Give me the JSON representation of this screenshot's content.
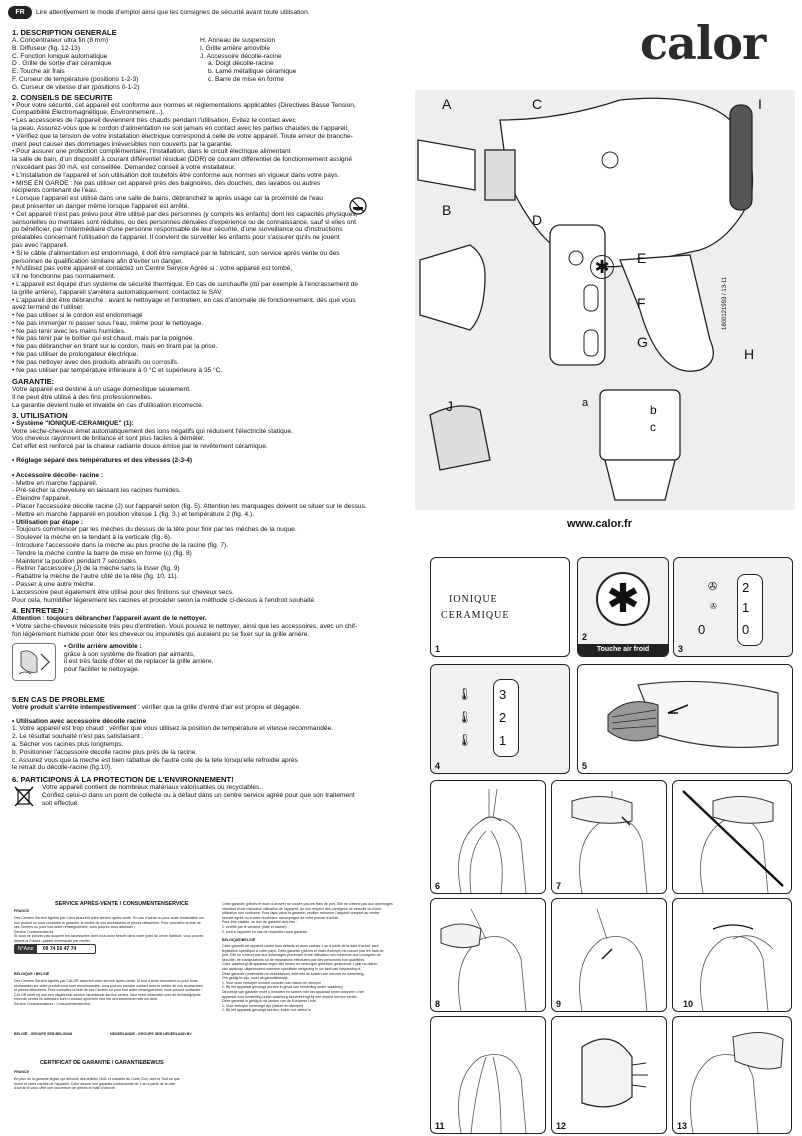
{
  "header": {
    "lang_badge": "FR",
    "intro": "Lire attentivement le mode d'emploi ainsi que les consignes de sécurité avant toute utilisation.",
    "brand": "calor"
  },
  "description": {
    "title": "1. DESCRIPTION GENERALE",
    "left": [
      "A. Concentrateur ultra fin (8 mm)",
      "B. Diffuseur (fig. 12-13)",
      "C. Fonction Ionique automatique",
      "D . Grille de sortie d'air céramique",
      "E. Touche air frais",
      "F. Curseur de température (positions 1-2-3)",
      "G. Curseur de vitesse d'air (positions 0-1-2)"
    ],
    "right": [
      "H. Anneau de suspension",
      "I. Grille arrière amovible",
      "J. Accessoire décolle-racine",
      "a. Doigt décolle-racine",
      "b. Lamé métallique céramique",
      "c. Barre de mise en forme"
    ]
  },
  "safety": {
    "title": "2. CONSEILS DE SECURITE",
    "lines": [
      "• Pour votre sécurité, cet appareil est conforme aux normes et réglementations applicables (Directives Basse Tension,",
      "  Compatibilité Electromagnétique, Environnement...).",
      "• Les accessoires de l'appareil deviennent très chauds pendant l'utilisation. Evitez le contact avec",
      "  la peau. Assurez-vous que le cordon d'alimentation ne soit jamais en contact avec les parties chaudes de l'appareil.",
      "• Vérifiez que la tension de votre installation électrique correspond à celle de votre appareil. Toute erreur de branche-",
      "  ment peut causer des dommages irréversibles non couverts par la garantie.",
      "• Pour assurer une protection complémentaire, l'installation, dans le circuit électrique alimentant",
      "  la salle de bain, d'un dispositif à courant différentiel résiduel (DDR) de courant différentiel de fonctionnement assigné",
      "  n'excédant pas 30 mA, est conseillée. Demandez conseil à votre installateur.",
      "• L'installation de l'appareil et son utilisation doit toutefois être conforme aux normes en vigueur dans votre pays.",
      "• MISE EN GARDE : Ne pas utiliser cet appareil près des baignoires, des douches, des lavabos ou autres",
      "  récipients contenant de l'eau.",
      "• Lorsque l'appareil est utilisé dans une salle de bains, débranchez le après usage car la proximité de l'eau",
      "  peut présenter un danger même lorsque l'appareil est arrêté.",
      "• Cet appareil n'est pas prévu pour être utilisé par des personnes (y compris les enfants) dont les capacités physiques,",
      "  sensorielles ou mentales sont réduites, ou des personnes dénuées d'expérience ou de connaissance, sauf si elles ont",
      "  pu bénéficier, par l'intermédiaire d'une personne responsable de leur sécurité, d'une surveillance ou d'instructions",
      "  préalables concernant l'utilisation de l'appareil. Il convient de surveiller les enfants pour s'assurer qu'ils ne jouent",
      "  pas avec l'appareil.",
      "• Si le câble d'alimentation est endommagé, il doit être remplacé par le fabricant, son service après vente ou des",
      "  personnes de qualification similaire afin d'éviter un danger.",
      "• N'utilisez pas votre appareil et contactez un Centre Service Agréé si : votre appareil est tombé,",
      "  s'il ne fonctionne pas normalement.",
      "• L'appareil est équipé d'un système de sécurité thermique. En cas de surchauffe (dû par exemple à l'encrassement de",
      "  la grille arrière), l'appareil s'arrêtera automatiquement: contactez le SAV",
      "• L'appareil doit être débranché : avant le nettoyage et l'entretien, en cas d'anomalie de fonctionnement, dès que vous",
      "  avez terminé de l'utiliser.",
      "• Ne pas utiliser si le cordon est endommagé",
      "• Ne pas immerger ni passer sous l'eau, même pour le nettoyage.",
      "• Ne pas tenir avec les mains humides.",
      "• Ne pas tenir par le boîtier qui est chaud, mais par la poignée.",
      "• Ne pas débrancher en tirant sur le cordon, mais en tirant par la prise.",
      "• Ne pas utiliser de prolongateur électrique.",
      "• Ne pas nettoyer avec des produits abrasifs ou corrosifs.",
      "• Ne pas utiliser par température inférieure à 0 °C et supérieure à 35 °C."
    ]
  },
  "guarantee": {
    "title": "GARANTIE:",
    "lines": [
      "Votre appareil est destiné à un usage domestique seulement.",
      "Il ne peut être utilisé à des fins professionnelles.",
      "La garantie devient nulle et invalide en cas d'utilisation incorrecte."
    ]
  },
  "usage": {
    "title": "3. UTILISATION",
    "ion_title": "• Système \"IONIQUE-CERAMIQUE\" (1):",
    "ion_lines": [
      "Votre sèche-cheveux émet automatiquement des ions négatifs qui réduisent l'électricité statique.",
      "Vos cheveux rayonnent de brillance et sont plus faciles à démêler.",
      "Cet effet est renforcé par la chaleur radiante douce émise par le revêtement céramique."
    ],
    "reglage_title": "• Réglage séparé des températures et des vitesses (2-3-4)",
    "acc_title": "• Accessoire décolle- racine :",
    "acc_lines": [
      "- Mettre en marche l'appareil.",
      "- Pré-sécher la chevelure en  laissant les racines humides.",
      "- Eteindre l'appareil.",
      "- Placer l'accessoire décolle racine (J) sur l'appareil selon (fig. 5). Attention les marquages doivent se situer sur le dessus.",
      "- Mettre en marche l'appareil en position vitesse 1 (fig. 3.) et température 2 (fig. 4.)."
    ],
    "etape_title": "- Utilisation par étape :",
    "etape_lines": [
      "- Toujours commencer par les mèches du dessus de la tête pour finir par les mèches de la nuque.",
      "- Soulever la mèche en la tendant à la verticale (fig. 6).",
      "- Introduire l'accessoire dans la mèche au plus proche de la racine (fig. 7).",
      "- Tendre la mèche contre la barre de mise en forme (c) (fig. 8)",
      "- Maintenir la position pendant 7 secondes.",
      "- Retirer l'accessoire (J) de la mèche sans la lisser (fig. 9)",
      "- Rabattre la mèche de l'autre côté de la tête (fig. 10, 11).",
      "- Passer à une autre mèche.",
      "L'accessoire peut également être utilisé pour des finitions sur cheveux secs.",
      "Pour cela, humidifier légèrement les racines et procéder selon la méthode ci-dessus à l'endroit souhaité."
    ]
  },
  "maintenance": {
    "title": "4. ENTRETIEN :",
    "warn": "Attention : toujours débrancher l'appareil avant de le nettoyer.",
    "lines": [
      "• Votre sèche-cheveux nécessite très peu d'entretien. Vous pouvez le nettoyer, ainsi que les accessoires, avec un chif-",
      "fon légèrement humide pour ôter les cheveux ou impuretés qui auraient pu se fixer sur la grille arrière."
    ],
    "grid_title": "• Grille arrière amovible :",
    "grid_lines": [
      "grâce à son système de fixation par aimants,",
      "il est très facile d'ôter et de replacer la grille arrière,",
      "pour faciliter le nettoyage."
    ]
  },
  "problem": {
    "title": "5.EN CAS DE PROBLEME",
    "lead": "Votre produit s'arrête intempestivement",
    "lead_rest": " : vérifier que la grille d'entré d'air est propre et dégagée.",
    "acc_title": "• Utilisation avec accessoire décolle racine",
    "lines": [
      "1. Votre appareil est trop chaud : vérifier que vous utilisez la position de température et vitesse recommandée.",
      "2. Le résultat souhaité n'est pas satisfaisant :",
      "   a. Sécher vos racines plus longtemps.",
      "   b. Positionner l'accessoire décolle racine plus près de la racine.",
      "   c. Assurez vous que la meche est bien rabattue de l'autre cote de la tete lorsqu'elle refroidie après",
      "   le retrait du décolle-racine (fig.10)."
    ]
  },
  "environment": {
    "title": "6. PARTICIPONS À LA PROTECTION DE L'ENVIRONNEMENT!",
    "lines": [
      "Votre appareil contient de nombreux matériaux valorisables ou recyclables.",
      "Confiez celui-ci dans un point de collecte ou à défaut dans un centre service agréé pour que son traitement",
      "soit effectué."
    ]
  },
  "service": {
    "title": "SERVICE APRÈS-VENTE / CONSUMENTENSERVICE",
    "country": "FRANCE",
    "phone": "09 74 50 47 74",
    "phone_label": "N°Azur",
    "belgique_title": "BELGIQUE / BELGIË",
    "belgique_company": "BELGIË - GROUPE SEB BELGIUM",
    "nl_company": "NEDERLANDE - GROUPE SEB NEDERLAND BV",
    "guarantee_title": "CERTIFICAT DE GARANTIE / GARANTIEBEWIJS",
    "guarantee_country": "FRANCE",
    "fr_paragraph": [
      "Des Centres Service Agréés par Calor assurent votre service après-vente. En cas d'achat ou pour toute réclamation sur",
      "son produit ou pour connaître la garantie, le centre de vos accessoires et pièces détachées. Pour connaître la liste de",
      "ces Centres ou pour tout autre renseignement, vous pouvez vous adresser :",
      "Service Consommateurs",
      "Si vous ne pouvez pas acquérir les accessoires dont vous avez besoin dans votre point de vente habituel, vous pouvez",
      "depuis la France, passer commande par minitel."
    ],
    "be_paragraph": [
      "Des Centres Service Agréés par CALOR assurent votre service après-vente. Si tout d'autre document ou pour toute",
      "réclamation sur votre produit vous sont recommandés, vous pouvez prendre contact avec le centre de vos accessoires",
      "et pièces détachées. Pour connaître la liste de ces Centres ou pour tout autre renseignement, vous pouvez contacter :",
      "CALOR heeft bij ons een uitgebreide service via erkende service centra. Voor meer informatie over de dichtstbijzijnde",
      "erkende centra en adressen kunt u contact opnemen met het servicecentrum van uw land.",
      "Service Consommateurs / Consumentenservice :"
    ],
    "nl_paragraph": [
      "Cette garantie (pièces et main d'oeuvre) ne couvre pas les frais de port. Elle ne s'étend pas aux dommages",
      "résultant d'une mauvaise utilisation de l'appareil, du non respect des consignes de sécurité ou d'une",
      "utilisation non conforme. Pour faire valoir la garantie, veuillez retourner l'appareil complet au centre",
      "service agréé ou à votre revendeur accompagné de votre preuve d'achat.",
      "Pour être valable, ce bon de garantie doit être :",
      "1. certifié par le vendeur (date et cachet)",
      "2. joint à l'appareil en cas de réparation sous garantie"
    ],
    "belgie_title": "BELGIQUE/BELGIË",
    "belgie_paragraph": [
      "Calor garantit cet appareil contre tous défauts et vices cachés 1 an à partir de la date d'achat, sauf",
      "législation spécifique à votre pays. Cette garantie (pièces et main d'oeuvre) ne couvre pas les frais de",
      "port. Elle ne s'étend pas aux dommages provenant d'une utilisation non conforme aux consignes de",
      "sécurité, de manipulations ou de réparations effectuées par des personnes non qualifiées.",
      "Calor waarborgt dit apparaat tegen alle fouten en verborgen gebreken gedurende 1 jaar na datum",
      "van aankoop, uitgezonderd wanneer specifieke wetgeving in uw land van toepassing is.",
      "Deze garantie (onderdelen en arbeidsloon) dekt niet de kosten van vervoer en uitwerking.",
      "Om geldig te zijn, moet dit garantiebewijs :",
      "1. Voor onze verkoper worden voorzien van datum en stempel",
      "2. Bij het apparaat gevoegd worden in geval van herstelling onder waarborg",
      "Dit bewijs van garantie moet u bewaren en samen met het apparaat tonen wanneer u het",
      "apparaat voor herstelling onder waarborg binnenbrengt bij een erkend service center.",
      "Deze garantie is geldig in de landen van de Europese Unie.",
      "1. Voor verkoper bevestigd zijn (datum en stempel)",
      "2. Bij het apparaat gevoegd worden, indien het defect is"
    ],
    "fr_guarantee_paragraph": [
      "En plus de la garantie légale qui découle des articles 1641 et suivants du Code Civil, dont le Tout ce que",
      "fourni et vices cachés de l'appareil, Calor assure une garantie contractuelle de 1 an à partir de la date",
      "d'achat et vous offre une couverture de pièces et main d'oeuvre."
    ]
  },
  "diagram": {
    "labels": [
      "A",
      "B",
      "C",
      "D",
      "E",
      "F",
      "G",
      "H",
      "I",
      "J",
      "a",
      "b",
      "c"
    ],
    "side_code": "1800121993 / 13-11",
    "website": "www.calor.fr"
  },
  "figures": {
    "fig1_lines": [
      "IONIQUE",
      "CERAMIQUE"
    ],
    "fig2_caption": "Touche air froid",
    "fig3_values": [
      "2",
      "1",
      "0"
    ],
    "fig4_values": [
      "3",
      "2",
      "1"
    ],
    "numbers": [
      "1",
      "2",
      "3",
      "4",
      "5",
      "6",
      "7",
      "8",
      "9",
      "10",
      "11",
      "12",
      "13"
    ]
  }
}
